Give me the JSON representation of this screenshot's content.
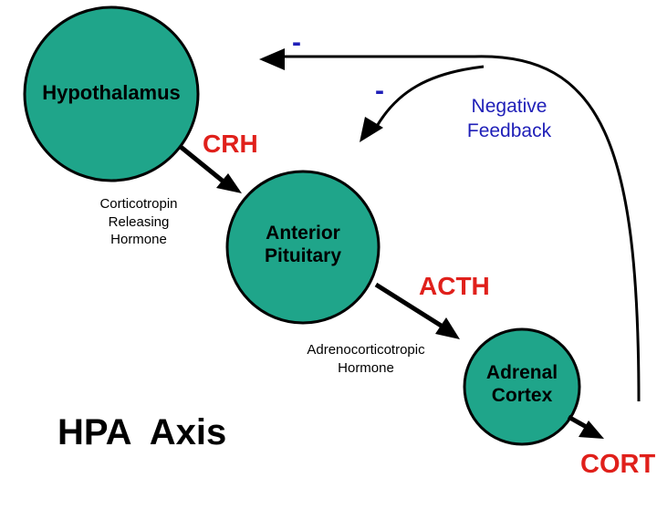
{
  "title": "HPA  Axis",
  "colors": {
    "node_fill": "#1fa58a",
    "hormone_red": "#e0201b",
    "feedback_blue": "#1f1fb8"
  },
  "nodes": {
    "hypothalamus": {
      "label": "Hypothalamus"
    },
    "anterior_pituitary": {
      "line1": "Anterior",
      "line2": "Pituitary"
    },
    "adrenal_cortex": {
      "line1": "Adrenal",
      "line2": "Cortex"
    }
  },
  "hormones": {
    "crh": "CRH",
    "acth": "ACTH",
    "cort": "CORT"
  },
  "descriptions": {
    "crh": {
      "line1": "Corticotropin",
      "line2": "Releasing",
      "line3": "Hormone"
    },
    "acth": {
      "line1": "Adrenocorticotropic",
      "line2": "Hormone"
    }
  },
  "feedback": {
    "line1": "Negative",
    "line2": "Feedback",
    "sign_upper": "-",
    "sign_lower": "-"
  }
}
